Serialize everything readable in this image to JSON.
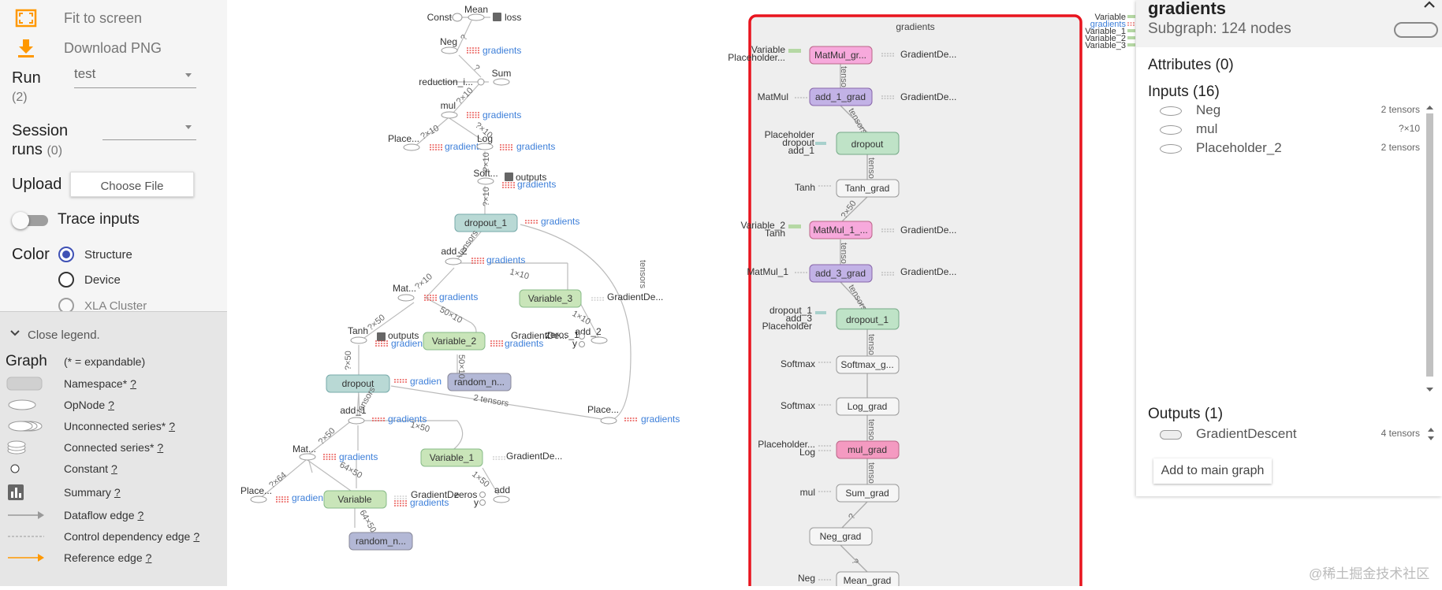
{
  "toolbar": {
    "fit_label": "Fit to screen",
    "download_label": "Download PNG"
  },
  "controls": {
    "run_label": "Run",
    "run_count": "(2)",
    "run_value": "test",
    "session_label_1": "Session",
    "session_label_2": "runs",
    "session_count": "(0)",
    "session_value": "",
    "upload_label": "Upload",
    "choose_file": "Choose File",
    "trace_label": "Trace inputs",
    "color_label": "Color",
    "color_options": [
      "Structure",
      "Device",
      "XLA Cluster"
    ],
    "color_selected": "Structure"
  },
  "legend": {
    "close_label": "Close legend.",
    "graph_label": "Graph",
    "expandable_note": "(* = expandable)",
    "items": [
      {
        "label": "Namespace*",
        "symbol": "namespace"
      },
      {
        "label": "OpNode",
        "symbol": "opnode"
      },
      {
        "label": "Unconnected series*",
        "symbol": "unconnected"
      },
      {
        "label": "Connected series*",
        "symbol": "connected"
      },
      {
        "label": "Constant",
        "symbol": "constant"
      },
      {
        "label": "Summary",
        "symbol": "summary"
      },
      {
        "label": "Dataflow edge",
        "symbol": "dataflow"
      },
      {
        "label": "Control dependency edge",
        "symbol": "control"
      },
      {
        "label": "Reference edge",
        "symbol": "reference"
      }
    ],
    "help": "?"
  },
  "graph": {
    "gradients_box_title": "gradients",
    "colors": {
      "accent": "#ff9800",
      "selection_border": "#e8141e",
      "gradients_link": "#3d7fd9",
      "control_red": "#e53935",
      "dropout_fill": "#b9d9d5",
      "variable_fill": "#c9e5b9",
      "random_fill": "#b3b8d6",
      "matmul_fill": "#f7a9dc",
      "add_fill": "#c2b2e6",
      "grad_green_fill": "#bfe3c7",
      "mul_grad_fill": "#f49ac1"
    },
    "left_nodes": [
      {
        "label": "Const"
      },
      {
        "label": "Mean"
      },
      {
        "label": "loss"
      },
      {
        "label": "Neg"
      },
      {
        "label": "Sum"
      },
      {
        "label": "reduction_i..."
      },
      {
        "label": "mul"
      },
      {
        "label": "Place..."
      },
      {
        "label": "Log"
      },
      {
        "label": "Soft..."
      },
      {
        "label": "outputs"
      },
      {
        "label": "dropout_1"
      },
      {
        "label": "add_2"
      },
      {
        "label": "Mat..."
      },
      {
        "label": "Variable_3"
      },
      {
        "label": "GradientDe..."
      },
      {
        "label": "Tanh"
      },
      {
        "label": "Variable_2"
      },
      {
        "label": "GradientDe..."
      },
      {
        "label": "zeros_1"
      },
      {
        "label": "add_2"
      },
      {
        "label": "y"
      },
      {
        "label": "dropout"
      },
      {
        "label": "random_n..."
      },
      {
        "label": "add_1"
      },
      {
        "label": "Place..."
      },
      {
        "label": "Mat..."
      },
      {
        "label": "Variable_1"
      },
      {
        "label": "GradientDe..."
      },
      {
        "label": "Place..."
      },
      {
        "label": "Variable"
      },
      {
        "label": "GradientDe"
      },
      {
        "label": "zeros"
      },
      {
        "label": "add"
      },
      {
        "label": "y"
      },
      {
        "label": "random_n..."
      }
    ],
    "gradients_word": "gradients",
    "gradien_word": "gradien",
    "edge_labels": {
      "shape_2x10": "?×10",
      "shape_10": "10",
      "shape_1x10": "1×10",
      "shape_2x50": "?×50",
      "shape_50x10": "50×10",
      "shape_50": "50",
      "shape_1x50": "1×50",
      "shape_2x64": "?×64",
      "shape_64x50": "64×50",
      "shape_2": "?",
      "two_tensors": "2 tensors",
      "tensors": "tensors",
      "tenso": "tenso"
    },
    "right_nodes": [
      {
        "label": "MatMul_gr...",
        "inputs": [
          "Variable",
          "Placeholder..."
        ],
        "output": "GradientDe..."
      },
      {
        "label": "add_1_grad",
        "inputs": [
          "MatMul"
        ],
        "output": "GradientDe..."
      },
      {
        "label": "dropout",
        "inputs": [
          "Placeholder",
          "dropout",
          "add_1"
        ],
        "output": ""
      },
      {
        "label": "Tanh_grad",
        "inputs": [
          "Tanh"
        ],
        "output": ""
      },
      {
        "label": "MatMul_1_...",
        "inputs": [
          "Variable_2",
          "Tanh"
        ],
        "output": "GradientDe..."
      },
      {
        "label": "add_3_grad",
        "inputs": [
          "MatMul_1"
        ],
        "output": "GradientDe..."
      },
      {
        "label": "dropout_1",
        "inputs": [
          "dropout_1",
          "add_3",
          "Placeholder"
        ],
        "output": ""
      },
      {
        "label": "Softmax_g...",
        "inputs": [
          "Softmax"
        ],
        "output": ""
      },
      {
        "label": "Log_grad",
        "inputs": [
          "Softmax"
        ],
        "output": ""
      },
      {
        "label": "mul_grad",
        "inputs": [
          "Placeholder...",
          "Log"
        ],
        "output": ""
      },
      {
        "label": "Sum_grad",
        "inputs": [
          "mul"
        ],
        "output": ""
      },
      {
        "label": "Neg_grad",
        "inputs": [],
        "output": ""
      },
      {
        "label": "Mean_grad",
        "inputs": [
          "Neg"
        ],
        "output": ""
      }
    ],
    "far_right_labels": [
      "Variable",
      "gradients",
      "Variable_1",
      "Variable_2",
      "Variable_3"
    ]
  },
  "info_card": {
    "title": "gradients",
    "subtitle": "Subgraph: 124 nodes",
    "attributes_label": "Attributes (0)",
    "inputs_label": "Inputs (16)",
    "inputs": [
      {
        "name": "Neg",
        "size": "2 tensors"
      },
      {
        "name": "mul",
        "size": "?×10"
      },
      {
        "name": "Placeholder_2",
        "size": "2 tensors"
      }
    ],
    "outputs_label": "Outputs (1)",
    "outputs": [
      {
        "name": "GradientDescent",
        "size": "4 tensors"
      }
    ],
    "add_button": "Add to main graph"
  },
  "watermark": "@稀土掘金技术社区"
}
